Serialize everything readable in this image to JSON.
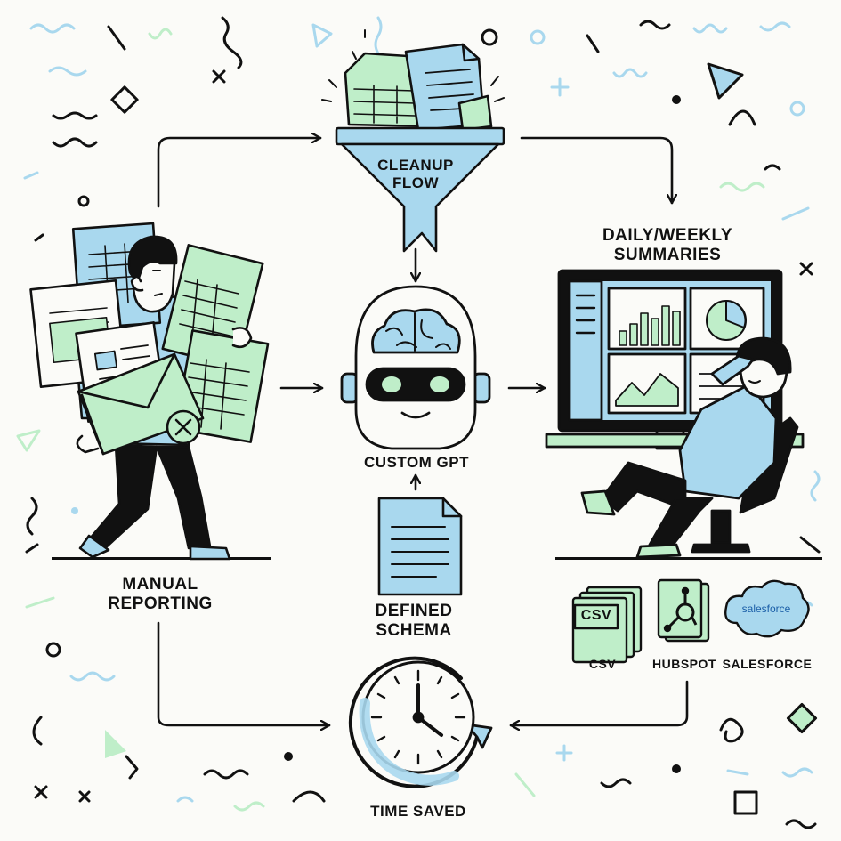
{
  "labels": {
    "cleanup_line1": "CLEANUP",
    "cleanup_line2": "FLOW",
    "summaries_line1": "DAILY/WEEKLY",
    "summaries_line2": "SUMMARIES",
    "custom_gpt": "CUSTOM GPT",
    "manual_line1": "MANUAL",
    "manual_line2": "REPORTING",
    "schema_line1": "DEFINED",
    "schema_line2": "SCHEMA",
    "time_saved": "TIME SAVED",
    "csv_caption": "CSV",
    "hubspot_caption": "HUBSPOT",
    "salesforce_caption": "SALESFORCE",
    "csv_badge": "CSV",
    "salesforce_badge": "salesforce"
  },
  "colors": {
    "ink": "#111111",
    "blue": "#a9d8ee",
    "green": "#bfeec9",
    "paper": "#fbfbf8",
    "salesforce_text": "#1b5fa8"
  }
}
